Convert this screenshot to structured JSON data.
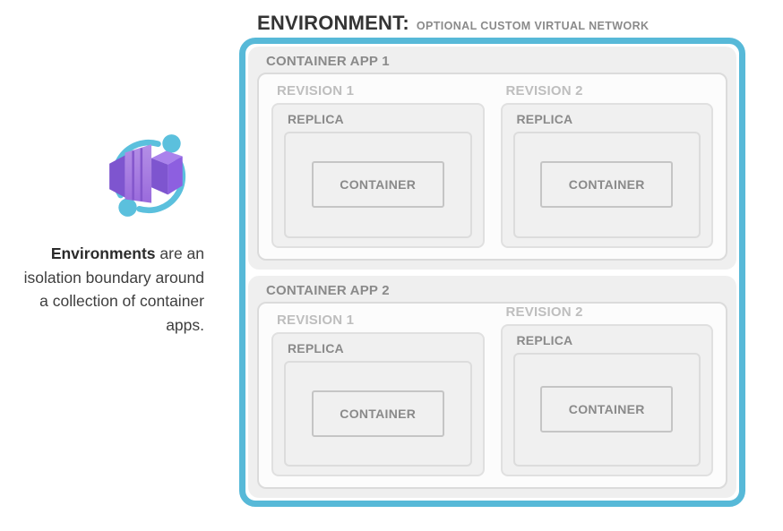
{
  "page_title": {
    "main": "ENVIRONMENT:",
    "sub": "OPTIONAL CUSTOM VIRTUAL NETWORK"
  },
  "description": {
    "bold": "Environments",
    "rest": " are an isolation boundary around a collection of container apps."
  },
  "icon": {
    "name": "azure-container-apps-icon"
  },
  "colors": {
    "environment_border": "#57B9D8",
    "panel_gray": "#EFEFEF",
    "revisions_area_bg": "#FCFCFC",
    "icon_blue": "#5BC0DD",
    "icon_purple_dark": "#7E55CF",
    "icon_purple_mid": "#8D5FE0",
    "icon_purple_light": "#B48FE6"
  },
  "environment": {
    "apps": [
      {
        "label": "CONTAINER APP 1",
        "revisions": [
          {
            "label": "REVISION 1",
            "replica_label": "REPLICA",
            "container_label": "CONTAINER"
          },
          {
            "label": "REVISION 2",
            "replica_label": "REPLICA",
            "container_label": "CONTAINER"
          }
        ]
      },
      {
        "label": "CONTAINER APP 2",
        "revisions": [
          {
            "label": "REVISION 1",
            "replica_label": "REPLICA",
            "container_label": "CONTAINER"
          },
          {
            "label": "REVISION 2",
            "replica_label": "REPLICA",
            "container_label": "CONTAINER"
          }
        ]
      }
    ]
  }
}
